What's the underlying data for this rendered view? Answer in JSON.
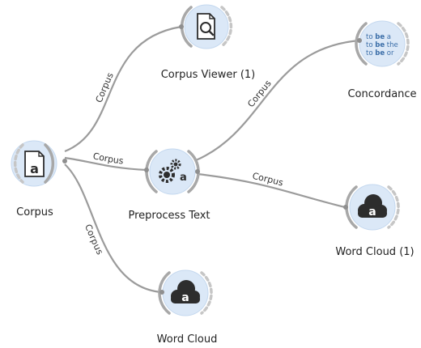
{
  "nodes": {
    "corpus": {
      "label": "Corpus",
      "icon": "corpus-document-icon"
    },
    "corpus_viewer": {
      "label": "Corpus Viewer (1)",
      "icon": "document-search-icon"
    },
    "concordance": {
      "label": "Concordance",
      "icon": "concordance-text-icon",
      "icon_lines": [
        [
          {
            "t": "to ",
            "b": false
          },
          {
            "t": "be",
            "b": true
          },
          {
            "t": " a",
            "b": false
          }
        ],
        [
          {
            "t": "to ",
            "b": false
          },
          {
            "t": "be",
            "b": true
          },
          {
            "t": " the",
            "b": false
          }
        ],
        [
          {
            "t": "to ",
            "b": false
          },
          {
            "t": "be",
            "b": true
          },
          {
            "t": " or",
            "b": false
          }
        ]
      ]
    },
    "preprocess": {
      "label": "Preprocess Text",
      "icon": "gears-a-icon",
      "icon_letter": "a"
    },
    "word_cloud_1": {
      "label": "Word Cloud (1)",
      "icon": "cloud-a-icon",
      "icon_letter": "a"
    },
    "word_cloud": {
      "label": "Word Cloud",
      "icon": "cloud-a-icon",
      "icon_letter": "a"
    }
  },
  "links": {
    "corpus_to_viewer": "Corpus",
    "corpus_to_preprocess": "Corpus",
    "corpus_to_wordcloud": "Corpus",
    "preprocess_to_concordance": "Corpus",
    "preprocess_to_wordcloud1": "Corpus"
  },
  "colors": {
    "node_fill": "#dbe8f7",
    "link": "#9b9b9b",
    "icon_dark": "#2d2d2d",
    "concordance_text": "#3b6ea8"
  }
}
